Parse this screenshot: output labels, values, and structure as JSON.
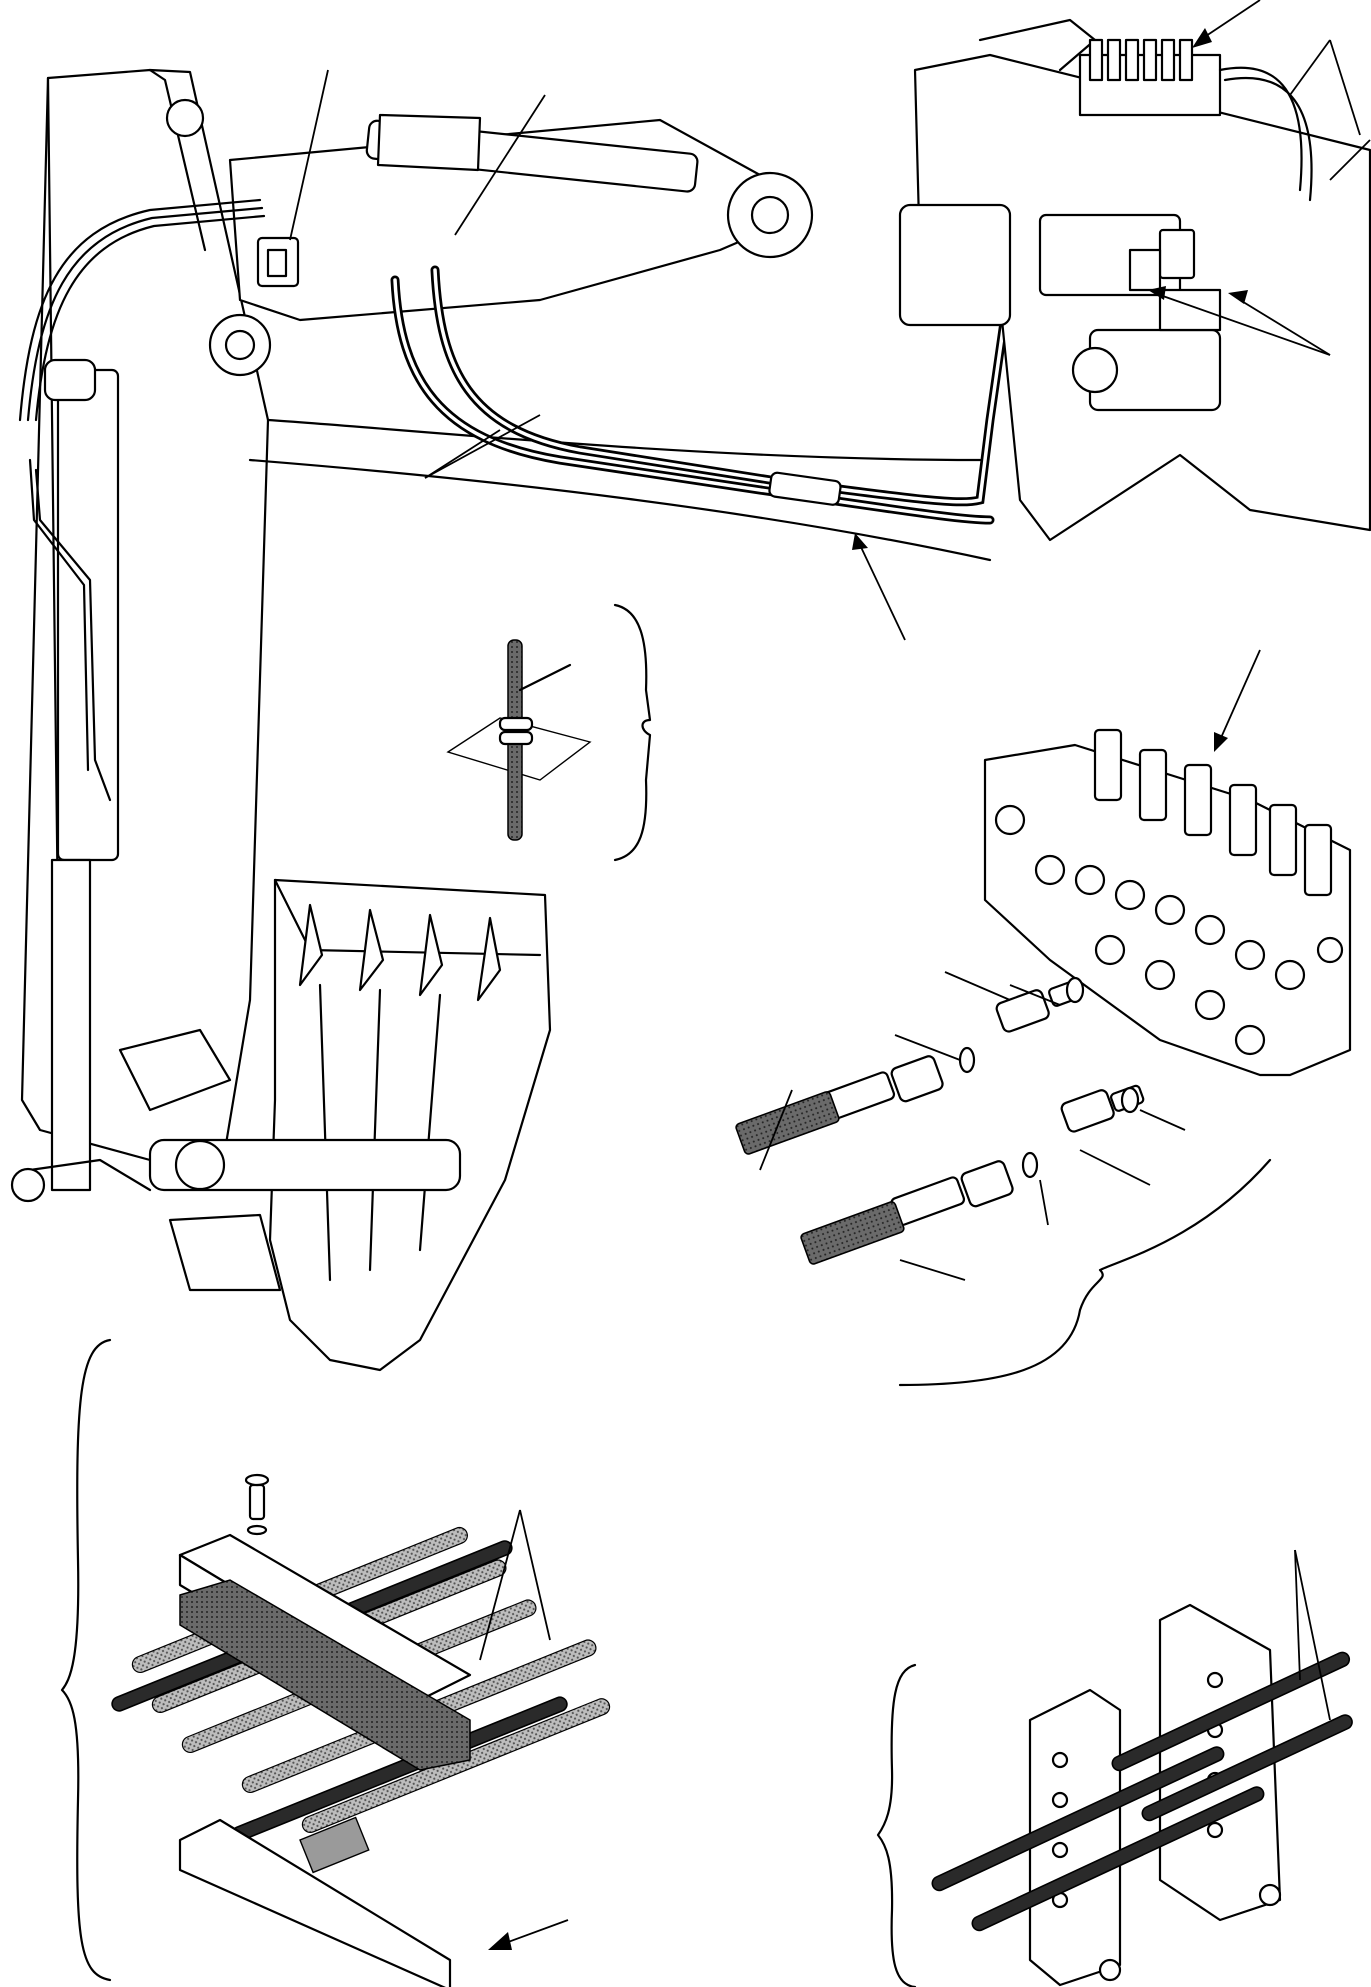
{
  "drawing": {
    "description_kind": "exploded parts illustration",
    "callout_count": 14,
    "detail_groups": [
      "hose-clip-detail",
      "control-valve-fittings-detail",
      "hose-clamp-block-detail",
      "hose-bracket-detail"
    ]
  }
}
